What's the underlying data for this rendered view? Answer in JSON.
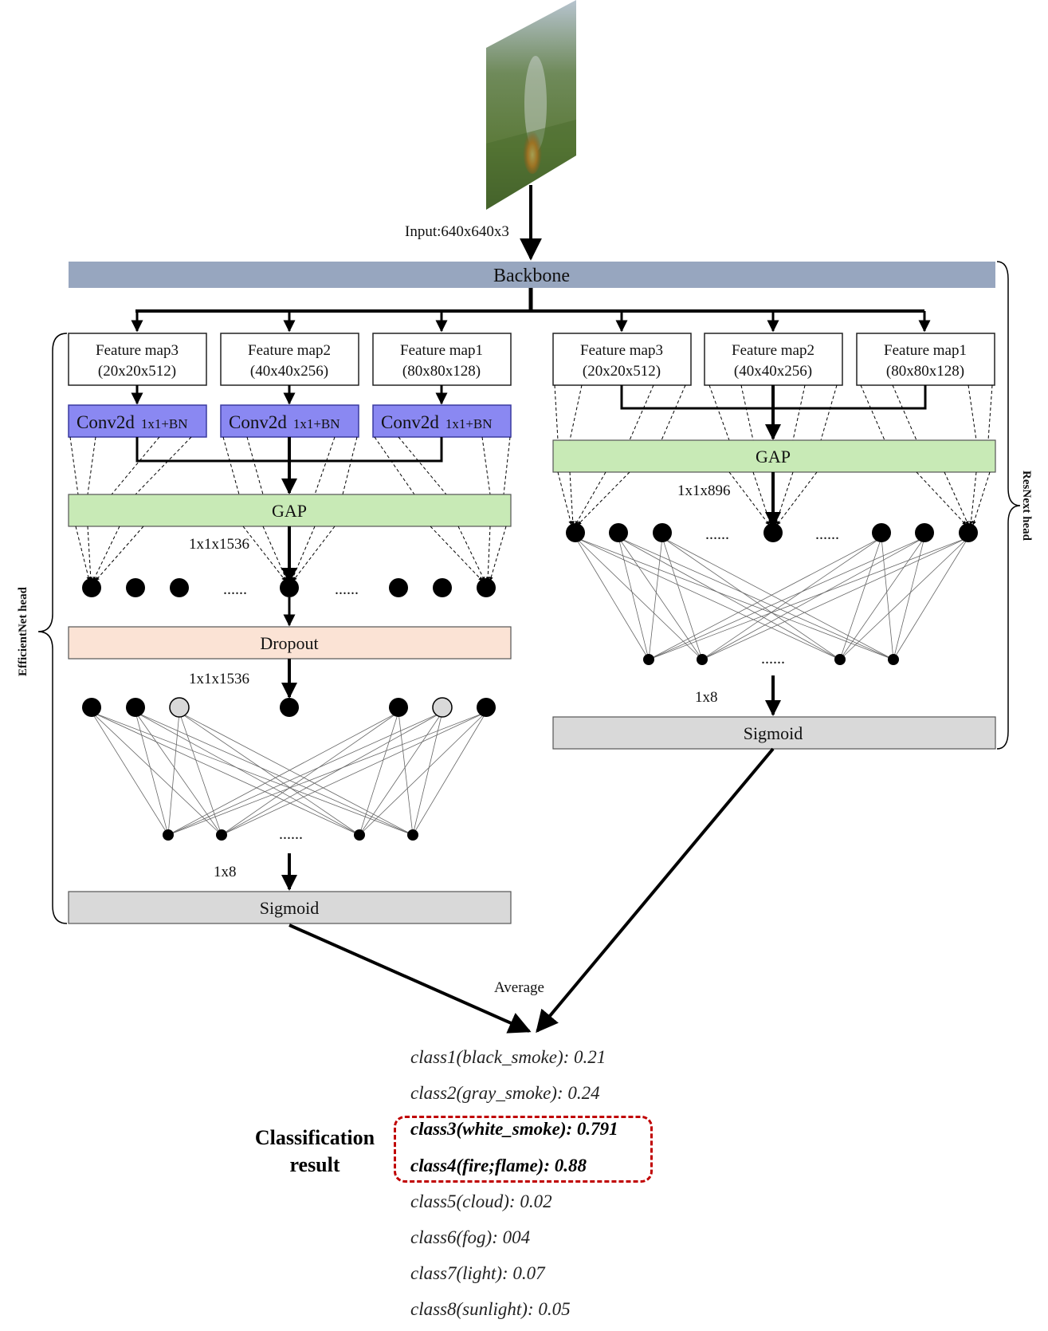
{
  "input": {
    "label": "Input:640x640x3"
  },
  "backbone": {
    "label": "Backbone"
  },
  "efficientnet_head": {
    "label": "EfficientNet head",
    "feature_maps": [
      {
        "name": "Feature map3",
        "dims": "(20x20x512)"
      },
      {
        "name": "Feature map2",
        "dims": "(40x40x256)"
      },
      {
        "name": "Feature map1",
        "dims": "(80x80x128)"
      }
    ],
    "conv": {
      "main": "Conv2d",
      "sub": "1x1+BN"
    },
    "gap": "GAP",
    "gap_dim": "1x1x1536",
    "dropout": "Dropout",
    "dropout_dim": "1x1x1536",
    "output_dim": "1x8",
    "sigmoid": "Sigmoid",
    "ellipsis": "......"
  },
  "resnext_head": {
    "label": "ResNext head",
    "feature_maps": [
      {
        "name": "Feature map3",
        "dims": "(20x20x512)"
      },
      {
        "name": "Feature map2",
        "dims": "(40x40x256)"
      },
      {
        "name": "Feature map1",
        "dims": "(80x80x128)"
      }
    ],
    "gap": "GAP",
    "gap_dim": "1x1x896",
    "output_dim": "1x8",
    "sigmoid": "Sigmoid",
    "ellipsis": "......"
  },
  "average": {
    "label": "Average"
  },
  "classification": {
    "label_line1": "Classification",
    "label_line2": "result",
    "items": [
      "class1(black_smoke): 0.21",
      "class2(gray_smoke): 0.24",
      "class3(white_smoke): 0.791",
      "class4(fire;flame): 0.88",
      "class5(cloud): 0.02",
      "class6(fog): 004",
      "class7(light): 0.07",
      "class8(sunlight): 0.05"
    ],
    "highlighted": [
      2,
      3
    ],
    "highlight_color": "#c00000"
  },
  "colors": {
    "backbone": "#97a6bf",
    "conv": "#8a88f2",
    "gap": "#c8eab6",
    "dropout": "#fbe3d5",
    "sigmoid": "#d9d9d9"
  }
}
